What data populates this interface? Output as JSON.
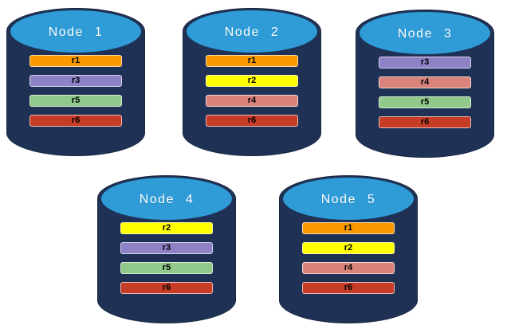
{
  "diagram": {
    "title": "replica-distribution-across-nodes",
    "background": "#ffffff"
  },
  "palette": {
    "cylinder_body": "#1F3255",
    "cylinder_top": "#2F9CD8",
    "title_text": "#FFFFFF",
    "bar_text": "#000000",
    "replica_colors": {
      "r1": "#F99800",
      "r2": "#FFFF00",
      "r3": "#8E82C6",
      "r4": "#D9837B",
      "r5": "#90C98A",
      "r6": "#C73C26"
    }
  },
  "nodes": [
    {
      "label": "Node 1",
      "replicas": [
        "r1",
        "r3",
        "r5",
        "r6"
      ]
    },
    {
      "label": "Node 2",
      "replicas": [
        "r1",
        "r2",
        "r4",
        "r6"
      ]
    },
    {
      "label": "Node 3",
      "replicas": [
        "r3",
        "r4",
        "r5",
        "r6"
      ]
    },
    {
      "label": "Node 4",
      "replicas": [
        "r2",
        "r3",
        "r5",
        "r6"
      ]
    },
    {
      "label": "Node 5",
      "replicas": [
        "r1",
        "r2",
        "r4",
        "r6"
      ]
    }
  ]
}
